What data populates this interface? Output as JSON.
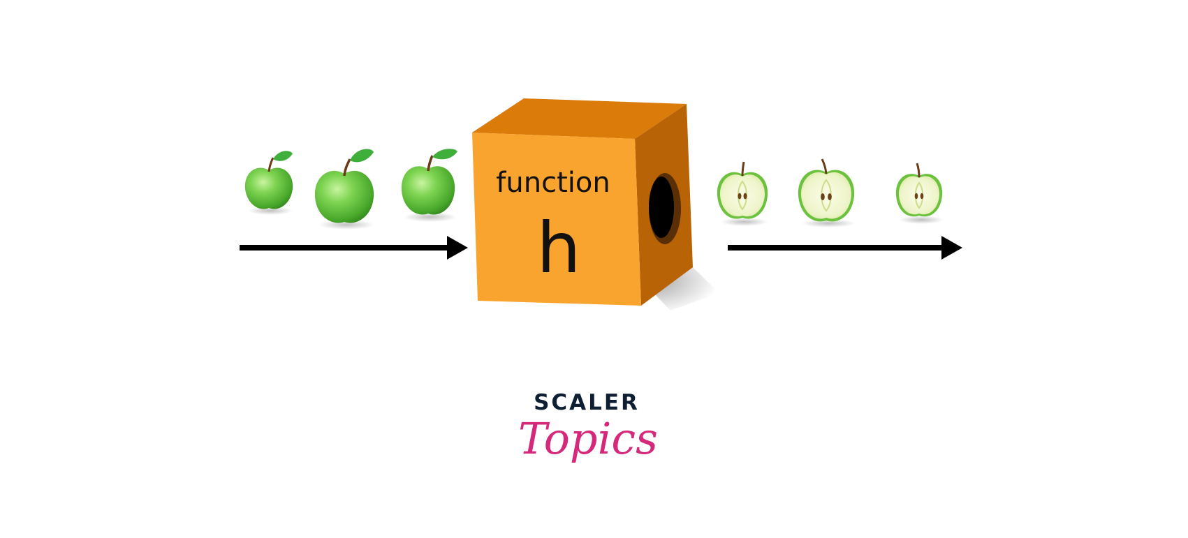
{
  "diagram": {
    "box_label": "function",
    "box_symbol": "h",
    "inputs": {
      "count": 3,
      "kind": "whole-green-apple-icon"
    },
    "outputs": {
      "count": 3,
      "kind": "halved-green-apple-icon"
    }
  },
  "brand": {
    "line1": "SCALER",
    "line2": "Topics"
  },
  "colors": {
    "box_front": "#f9a42f",
    "box_top": "#db7b09",
    "box_side": "#b86406",
    "apple_green": "#5fc33b",
    "apple_flesh": "#f1f6d3",
    "arrow": "#000000",
    "brand_dark": "#0f1f33",
    "brand_pink": "#d6287a"
  }
}
